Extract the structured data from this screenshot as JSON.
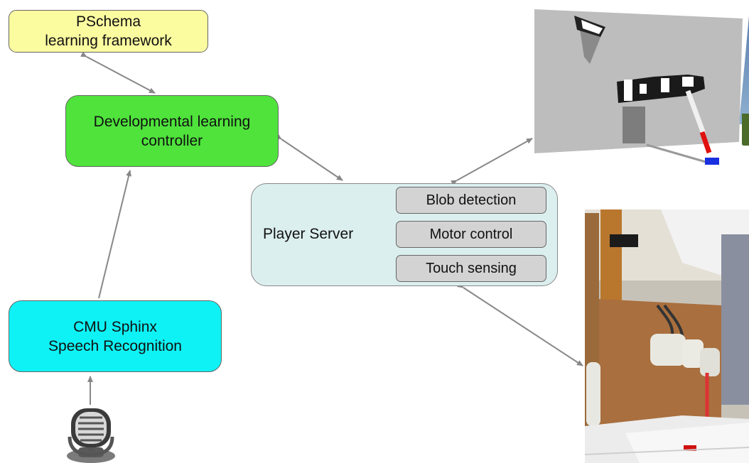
{
  "nodes": {
    "pschema": "PSchema\nlearning framework",
    "developmental_controller": "Developmental learning\ncontroller",
    "speech_recognition": "CMU Sphinx\nSpeech Recognition",
    "player_server": "Player Server"
  },
  "player_server_modules": [
    "Blob detection",
    "Motor control",
    "Touch sensing"
  ],
  "images": {
    "simulation": "simulated-robot-arm-render",
    "real_robot": "real-robot-arm-photo",
    "microphone": "microphone-icon"
  },
  "colors": {
    "pschema": "#fbfba0",
    "developmental_controller": "#4fe33c",
    "speech_recognition": "#0ff2f5",
    "player_server": "#dcefef",
    "module": "#d3d3d3",
    "arrow": "#888888"
  }
}
